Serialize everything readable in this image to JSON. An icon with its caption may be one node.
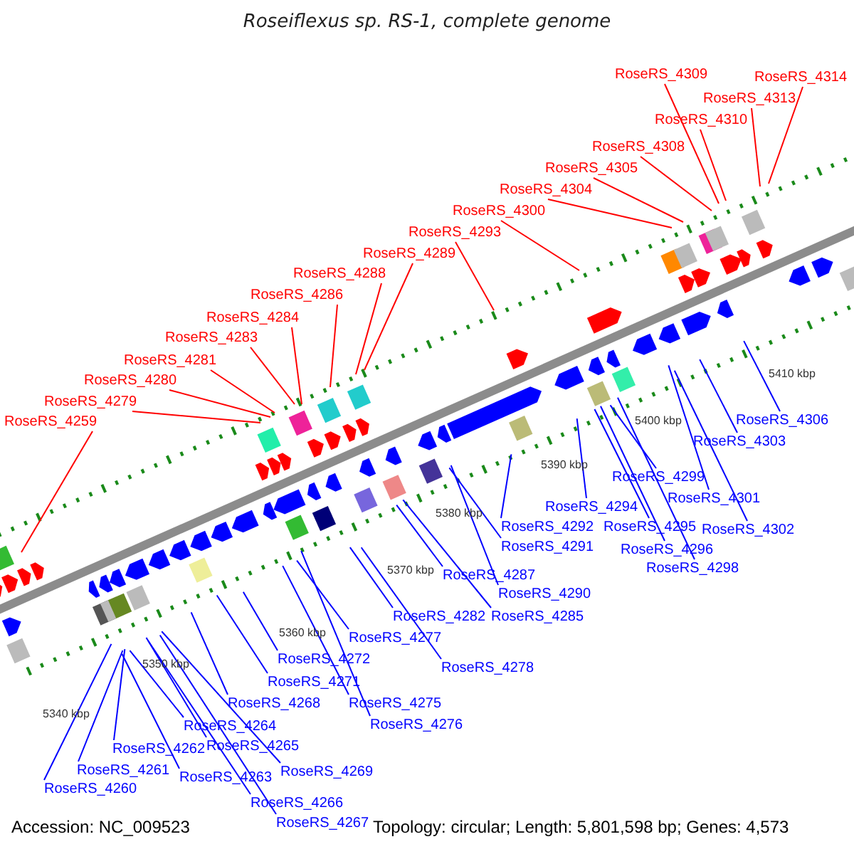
{
  "diagram": {
    "title": "Roseiflexus sp. RS-1, complete genome",
    "nodes": [
      {
        "text": [
          "RoseRS_4309"
        ]
      },
      {
        "text": [
          "RoseRS_4314"
        ]
      },
      {
        "text": [
          "RoseRS_4313"
        ]
      },
      {
        "text": [
          "RoseRS_4310"
        ]
      },
      {
        "text": [
          "RoseRS_4308"
        ]
      },
      {
        "text": [
          "RoseRS_4305"
        ]
      },
      {
        "text": [
          "RoseRS_4304"
        ]
      },
      {
        "text": [
          "RoseRS_4300"
        ]
      },
      {
        "text": [
          "RoseRS_4293"
        ]
      },
      {
        "text": [
          "RoseRS_4289"
        ]
      },
      {
        "text": [
          "RoseRS_4288"
        ]
      },
      {
        "text": [
          "RoseRS_4286"
        ]
      },
      {
        "text": [
          "RoseRS_4284"
        ]
      },
      {
        "text": [
          "RoseRS_4283"
        ]
      },
      {
        "text": [
          "RoseRS_4281"
        ]
      },
      {
        "text": [
          "RoseRS_4280"
        ]
      },
      {
        "text": [
          "RoseRS_4279"
        ]
      },
      {
        "text": [
          "RoseRS_4259"
        ]
      },
      {
        "text": [
          "RoseRS_4306"
        ]
      },
      {
        "text": [
          "RoseRS_4303"
        ]
      },
      {
        "text": [
          "RoseRS_4299"
        ]
      },
      {
        "text": [
          "RoseRS_4301"
        ]
      },
      {
        "text": [
          "RoseRS_4294"
        ]
      },
      {
        "text": [
          "RoseRS_4292"
        ]
      },
      {
        "text": [
          "RoseRS_4295"
        ]
      },
      {
        "text": [
          "RoseRS_4302"
        ]
      },
      {
        "text": [
          "RoseRS_4291"
        ]
      },
      {
        "text": [
          "RoseRS_4296"
        ]
      },
      {
        "text": [
          "RoseRS_4298"
        ]
      },
      {
        "text": [
          "RoseRS_4287"
        ]
      },
      {
        "text": [
          "RoseRS_4290"
        ]
      },
      {
        "text": [
          "RoseRS_4285"
        ]
      },
      {
        "text": [
          "RoseRS_4282"
        ]
      },
      {
        "text": [
          "RoseRS_4277"
        ]
      },
      {
        "text": [
          "RoseRS_4272"
        ]
      },
      {
        "text": [
          "RoseRS_4278"
        ]
      },
      {
        "text": [
          "RoseRS_4271"
        ]
      },
      {
        "text": [
          "RoseRS_4268"
        ]
      },
      {
        "text": [
          "RoseRS_4275"
        ]
      },
      {
        "text": [
          "RoseRS_4264"
        ]
      },
      {
        "text": [
          "RoseRS_4276"
        ]
      },
      {
        "text": [
          "RoseRS_4265"
        ]
      },
      {
        "text": [
          "RoseRS_4262"
        ]
      },
      {
        "text": [
          "RoseRS_4261"
        ]
      },
      {
        "text": [
          "RoseRS_4269"
        ]
      },
      {
        "text": [
          "RoseRS_4263"
        ]
      },
      {
        "text": [
          "RoseRS_4260"
        ]
      },
      {
        "text": [
          "RoseRS_4266"
        ]
      },
      {
        "text": [
          "RoseRS_4267"
        ]
      }
    ],
    "edges": [
      {
        "from": 0,
        "to": null,
        "arrow": "none",
        "color": "#ff0000"
      },
      {
        "from": 1,
        "to": null,
        "arrow": "none",
        "color": "#ff0000"
      },
      {
        "from": 2,
        "to": null,
        "arrow": "none",
        "color": "#ff0000"
      },
      {
        "from": 3,
        "to": null,
        "arrow": "none",
        "color": "#ff0000"
      },
      {
        "from": 4,
        "to": null,
        "arrow": "none",
        "color": "#ff0000"
      },
      {
        "from": 5,
        "to": null,
        "arrow": "none",
        "color": "#ff0000"
      },
      {
        "from": 6,
        "to": null,
        "arrow": "none",
        "color": "#ff0000"
      },
      {
        "from": 7,
        "to": null,
        "arrow": "none",
        "color": "#ff0000"
      },
      {
        "from": 8,
        "to": null,
        "arrow": "none",
        "color": "#ff0000"
      },
      {
        "from": 9,
        "to": null,
        "arrow": "none",
        "color": "#ff0000"
      },
      {
        "from": 10,
        "to": null,
        "arrow": "none",
        "color": "#ff0000"
      },
      {
        "from": 11,
        "to": null,
        "arrow": "none",
        "color": "#ff0000"
      },
      {
        "from": 12,
        "to": null,
        "arrow": "none",
        "color": "#ff0000"
      },
      {
        "from": 13,
        "to": null,
        "arrow": "none",
        "color": "#ff0000"
      },
      {
        "from": 14,
        "to": null,
        "arrow": "none",
        "color": "#ff0000"
      },
      {
        "from": 15,
        "to": null,
        "arrow": "none",
        "color": "#ff0000"
      },
      {
        "from": 16,
        "to": null,
        "arrow": "none",
        "color": "#ff0000"
      },
      {
        "from": 17,
        "to": null,
        "arrow": "none",
        "color": "#ff0000"
      },
      {
        "from": 18,
        "to": null,
        "arrow": "none"
      },
      {
        "from": 19,
        "to": null,
        "arrow": "none"
      },
      {
        "from": 20,
        "to": null,
        "arrow": "none"
      },
      {
        "from": 21,
        "to": null,
        "arrow": "none"
      },
      {
        "from": 22,
        "to": null,
        "arrow": "none"
      },
      {
        "from": 23,
        "to": null,
        "arrow": "none"
      },
      {
        "from": 24,
        "to": null,
        "arrow": "none"
      },
      {
        "from": 25,
        "to": null,
        "arrow": "none"
      },
      {
        "from": 26,
        "to": null,
        "arrow": "none"
      },
      {
        "from": 27,
        "to": null,
        "arrow": "none"
      },
      {
        "from": 28,
        "to": null,
        "arrow": "none"
      },
      {
        "from": 29,
        "to": null,
        "arrow": "none"
      },
      {
        "from": 30,
        "to": null,
        "arrow": "none"
      },
      {
        "from": 31,
        "to": null,
        "arrow": "none"
      },
      {
        "from": 32,
        "to": null,
        "arrow": "none"
      },
      {
        "from": 33,
        "to": null,
        "arrow": "none"
      },
      {
        "from": 34,
        "to": null,
        "arrow": "none"
      },
      {
        "from": 35,
        "to": null,
        "arrow": "none"
      },
      {
        "from": 36,
        "to": null,
        "arrow": "none"
      },
      {
        "from": 37,
        "to": null,
        "arrow": "none"
      },
      {
        "from": 38,
        "to": null,
        "arrow": "none"
      },
      {
        "from": 39,
        "to": null,
        "arrow": "none"
      },
      {
        "from": 40,
        "to": null,
        "arrow": "none"
      },
      {
        "from": 41,
        "to": null,
        "arrow": "none"
      },
      {
        "from": 42,
        "to": null,
        "arrow": "none"
      },
      {
        "from": 43,
        "to": null,
        "arrow": "none"
      },
      {
        "from": 44,
        "to": null,
        "arrow": "none"
      },
      {
        "from": 45,
        "to": null,
        "arrow": "none"
      },
      {
        "from": 46,
        "to": null,
        "arrow": "none"
      },
      {
        "from": 47,
        "to": null,
        "arrow": "none"
      },
      {
        "from": 48,
        "to": null,
        "arrow": "none"
      }
    ],
    "labels": [
      "5410 kbp",
      "5400 kbp",
      "5390 kbp",
      "5380 kbp",
      "5370 kbp",
      "5360 kbp",
      "5350 kbp",
      "5340 kbp",
      "Accession: NC_009523",
      "Topology: circular; Length: 5,801,598 bp; Genes: 4,573"
    ]
  }
}
